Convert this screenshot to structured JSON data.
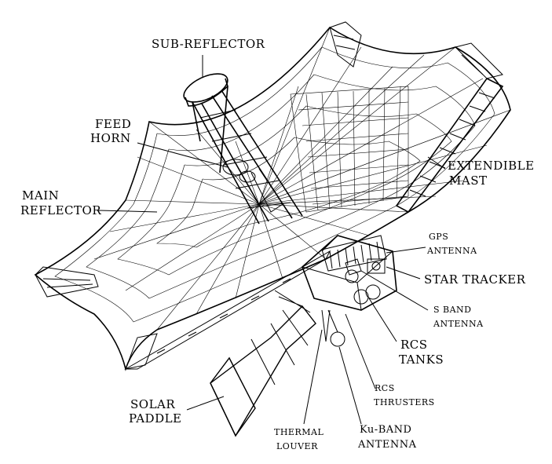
{
  "labels": {
    "sub_reflector": "SUB-REFLECTOR",
    "feed_horn_1": "FEED",
    "feed_horn_2": "HORN",
    "main_reflector_1": "MAIN",
    "main_reflector_2": "REFLECTOR",
    "extendible_mast_1": "EXTENDIBLE",
    "extendible_mast_2": "MAST",
    "gps_antenna_1": "GPS",
    "gps_antenna_2": "ANTENNA",
    "star_tracker": "STAR TRACKER",
    "s_band_antenna_1": "S BAND",
    "s_band_antenna_2": "ANTENNA",
    "rcs_tanks_1": "RCS",
    "rcs_tanks_2": "TANKS",
    "rcs_thrusters_1": "RCS",
    "rcs_thrusters_2": "THRUSTERS",
    "solar_paddle_1": "SOLAR",
    "solar_paddle_2": "PADDLE",
    "thermal_louver_1": "THERMAL",
    "thermal_louver_2": "LOUVER",
    "ku_band_antenna_1": "Ku-BAND",
    "ku_band_antenna_2": "ANTENNA"
  },
  "colors": {
    "ink": "#000000",
    "paper": "#ffffff"
  }
}
